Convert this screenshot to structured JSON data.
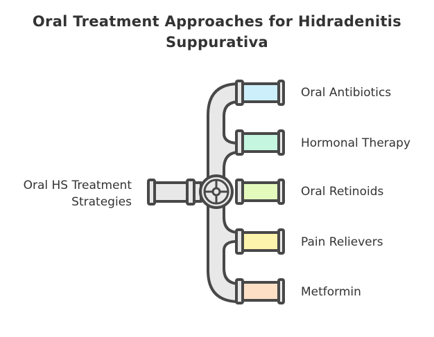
{
  "title": "Oral Treatment Approaches for Hidradenitis Suppurativa",
  "source": {
    "line1": "Oral HS Treatment",
    "line2": "Strategies"
  },
  "branches": [
    {
      "label": "Oral Antibiotics",
      "color": "#cdeffb"
    },
    {
      "label": "Hormonal Therapy",
      "color": "#c5f6df"
    },
    {
      "label": "Oral Retinoids",
      "color": "#e4fabd"
    },
    {
      "label": "Pain Relievers",
      "color": "#fcf3ac"
    },
    {
      "label": "Metformin",
      "color": "#fddfc6"
    }
  ]
}
